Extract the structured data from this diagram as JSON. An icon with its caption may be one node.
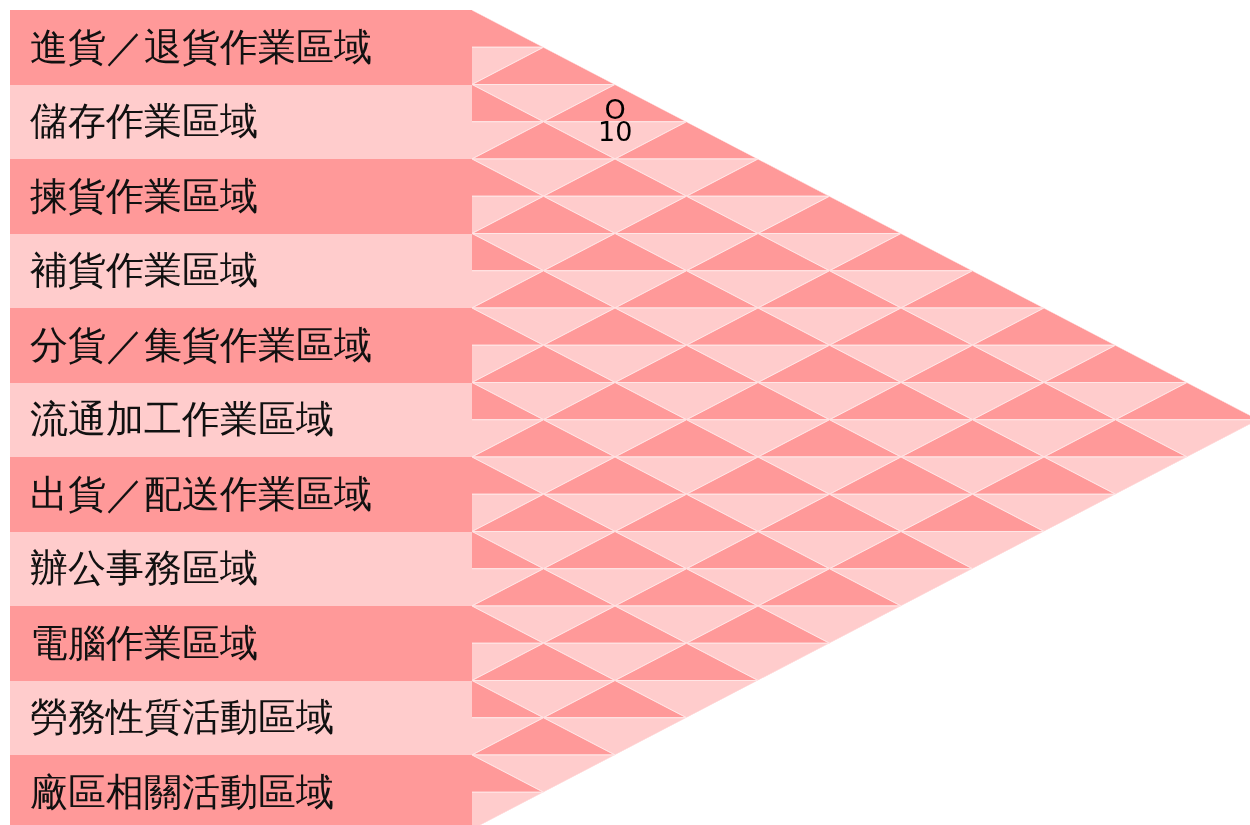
{
  "diagram": {
    "nodes": [
      {
        "text": [
          "進貨／退貨作業區域"
        ]
      },
      {
        "text": [
          "儲存作業區域"
        ]
      },
      {
        "text": [
          "揀貨作業區域"
        ]
      },
      {
        "text": [
          "補貨作業區域"
        ]
      },
      {
        "text": [
          "分貨／集貨作業區域"
        ]
      },
      {
        "text": [
          "流通加工作業區域"
        ]
      },
      {
        "text": [
          "出貨／配送作業區域"
        ]
      },
      {
        "text": [
          "辦公事務區域"
        ]
      },
      {
        "text": [
          "電腦作業區域"
        ]
      },
      {
        "text": [
          "勞務性質活動區域"
        ]
      },
      {
        "text": [
          "廠區相關活動區域"
        ]
      }
    ],
    "labels": [
      "O",
      "10"
    ]
  }
}
